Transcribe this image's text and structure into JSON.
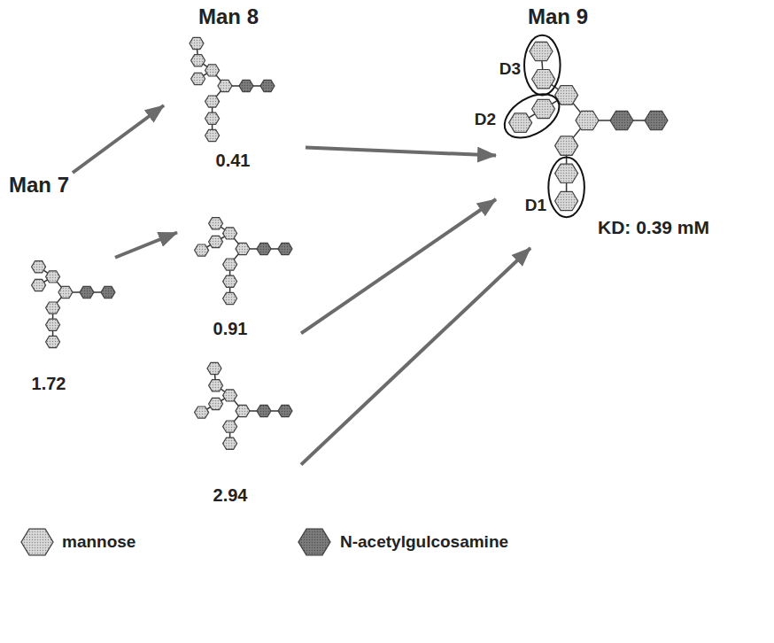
{
  "diagram": {
    "nodes": [
      {
        "text": [
          "Man 7",
          "1.72"
        ]
      },
      {
        "text": [
          "Man 8",
          "0.41"
        ]
      },
      {
        "text": [
          "0.91"
        ]
      },
      {
        "text": [
          "2.94"
        ]
      },
      {
        "text": [
          "Man 9",
          "KD: 0.39 mM"
        ]
      }
    ],
    "edges": [
      {
        "from": 0,
        "to": 1,
        "arrow": "to"
      },
      {
        "from": 0,
        "to": 2,
        "arrow": "to"
      },
      {
        "from": 1,
        "to": 4,
        "arrow": "to"
      },
      {
        "from": 2,
        "to": 4,
        "arrow": "to"
      },
      {
        "from": 3,
        "to": 4,
        "arrow": "to"
      }
    ],
    "labels": [
      "D3",
      "D2",
      "D1"
    ],
    "legend": [
      {
        "text": "mannose",
        "color": "#d9d9d9"
      },
      {
        "text": "N-acetylgulcosamine",
        "color": "#7c7c7c"
      }
    ]
  }
}
